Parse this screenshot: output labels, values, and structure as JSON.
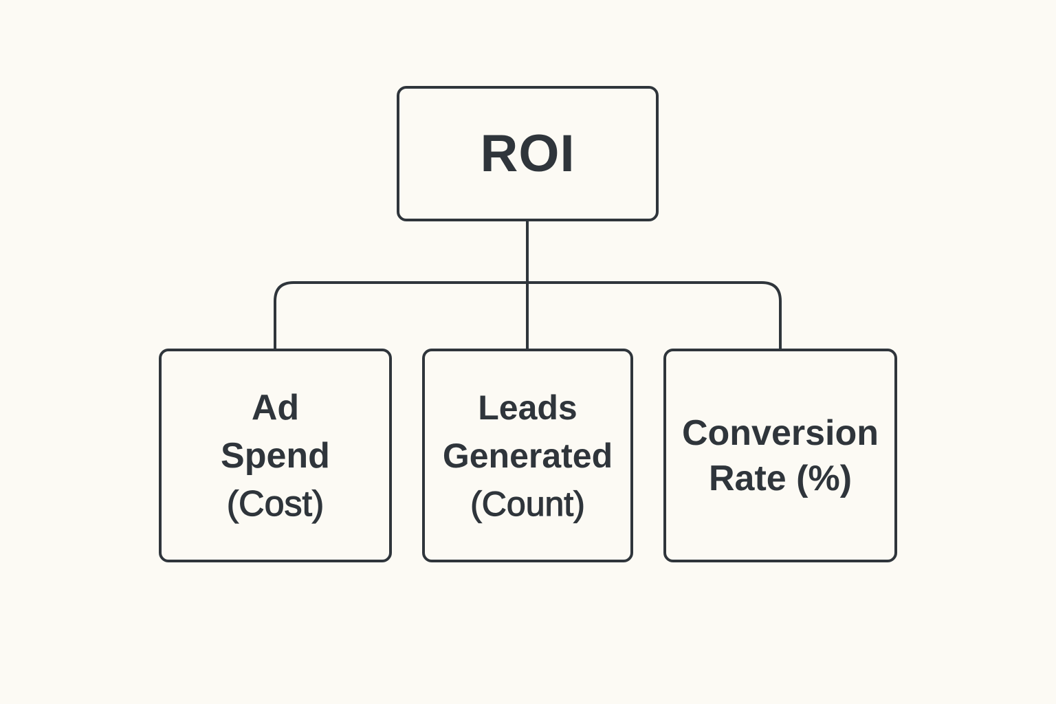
{
  "diagram": {
    "root": {
      "label": "ROI"
    },
    "children": [
      {
        "lines": [
          "Ad",
          "Spend",
          "(Cost)"
        ]
      },
      {
        "lines": [
          "Leads",
          "Generated",
          "(Count)"
        ]
      },
      {
        "lines": [
          "Conversion",
          "Rate (%)"
        ]
      }
    ],
    "colors": {
      "background": "#fcfaf4",
      "stroke": "#2f353b",
      "text": "#2f353b"
    }
  }
}
